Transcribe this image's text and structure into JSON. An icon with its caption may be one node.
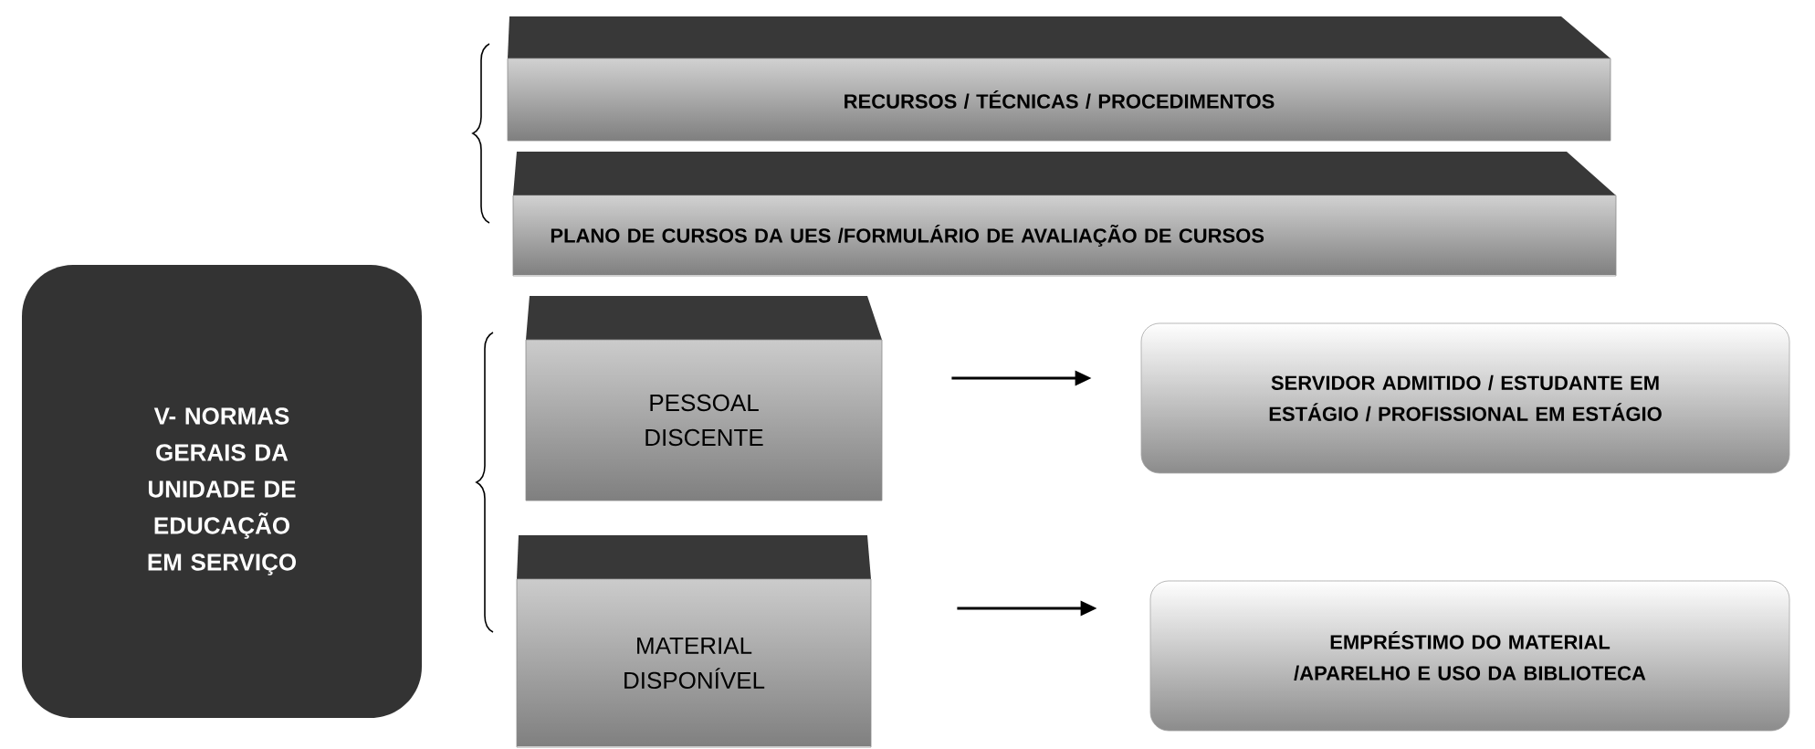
{
  "diagram": {
    "nodes": [
      {
        "text": [
          "V- NORMAS GERAIS DA UNIDADE DE EDUCAÇÃO EM SERVIÇO"
        ]
      },
      {
        "text": [
          "RECURSOS / TÉCNICAS / PROCEDIMENTOS"
        ]
      },
      {
        "text": [
          "PLANO DE CURSOS DA UES /FORMULÁRIO DE AVALIAÇÃO DE CURSOS"
        ]
      },
      {
        "text": [
          "PESSOAL DISCENTE"
        ]
      },
      {
        "text": [
          "MATERIAL DISPONÍVEL"
        ]
      },
      {
        "text": [
          "SERVIDOR ADMITIDO / ESTUDANTE EM ESTÁGIO / PROFISSIONAL EM ESTÁGIO"
        ]
      },
      {
        "text": [
          "EMPRÉSTIMO DO MATERIAL /APARELHO E USO DA BIBLIOTECA"
        ]
      }
    ],
    "edges": [
      {
        "from": 3,
        "to": 5,
        "arrow": "to"
      },
      {
        "from": 4,
        "to": 6,
        "arrow": "to"
      }
    ]
  }
}
